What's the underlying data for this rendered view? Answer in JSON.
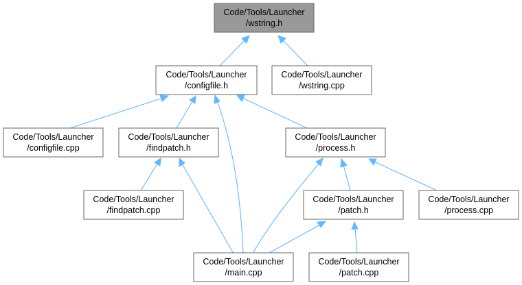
{
  "nodes": {
    "wstring_h": {
      "line1": "Code/Tools/Launcher",
      "line2": "/wstring.h",
      "current": true
    },
    "configfile_h": {
      "line1": "Code/Tools/Launcher",
      "line2": "/configfile.h"
    },
    "wstring_cpp": {
      "line1": "Code/Tools/Launcher",
      "line2": "/wstring.cpp"
    },
    "configfile_cpp": {
      "line1": "Code/Tools/Launcher",
      "line2": "/configfile.cpp"
    },
    "findpatch_h": {
      "line1": "Code/Tools/Launcher",
      "line2": "/findpatch.h"
    },
    "process_h": {
      "line1": "Code/Tools/Launcher",
      "line2": "/process.h"
    },
    "findpatch_cpp": {
      "line1": "Code/Tools/Launcher",
      "line2": "/findpatch.cpp"
    },
    "patch_h": {
      "line1": "Code/Tools/Launcher",
      "line2": "/patch.h"
    },
    "process_cpp": {
      "line1": "Code/Tools/Launcher",
      "line2": "/process.cpp"
    },
    "main_cpp": {
      "line1": "Code/Tools/Launcher",
      "line2": "/main.cpp"
    },
    "patch_cpp": {
      "line1": "Code/Tools/Launcher",
      "line2": "/patch.cpp"
    }
  },
  "edges": [
    {
      "from": "configfile_h",
      "to": "wstring_h"
    },
    {
      "from": "wstring_cpp",
      "to": "wstring_h"
    },
    {
      "from": "configfile_cpp",
      "to": "configfile_h"
    },
    {
      "from": "findpatch_h",
      "to": "configfile_h"
    },
    {
      "from": "main_cpp",
      "to": "configfile_h"
    },
    {
      "from": "process_h",
      "to": "configfile_h"
    },
    {
      "from": "findpatch_cpp",
      "to": "findpatch_h"
    },
    {
      "from": "main_cpp",
      "to": "findpatch_h"
    },
    {
      "from": "main_cpp",
      "to": "process_h"
    },
    {
      "from": "patch_h",
      "to": "process_h"
    },
    {
      "from": "process_cpp",
      "to": "process_h"
    },
    {
      "from": "main_cpp",
      "to": "patch_h"
    },
    {
      "from": "patch_cpp",
      "to": "patch_h"
    }
  ],
  "colors": {
    "edge": "#63b8ff",
    "node_border": "#666666",
    "current_fill": "#999999"
  }
}
